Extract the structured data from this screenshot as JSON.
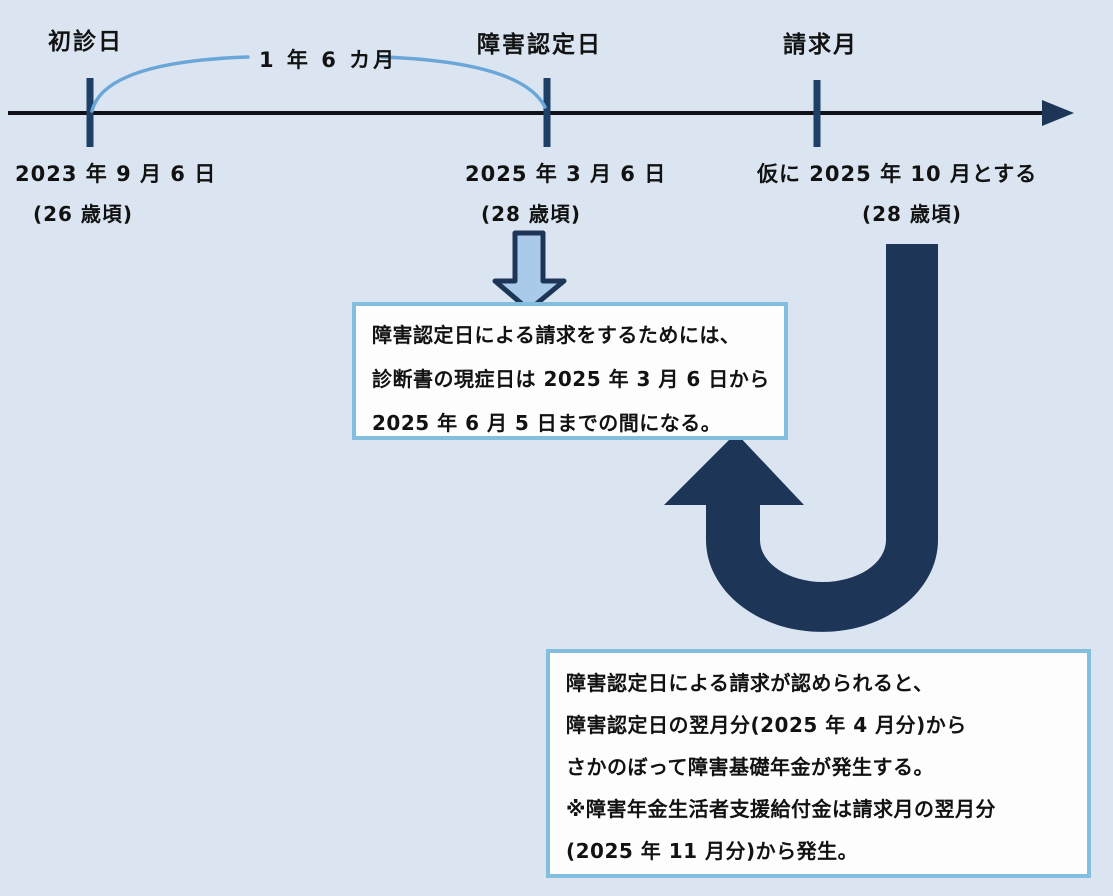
{
  "colors": {
    "background": "#dae5f1",
    "navy": "#1d3557",
    "tick": "#1f4066",
    "axis": "#101018",
    "arc": "#6ba6d8",
    "box_border": "#83bedf",
    "box_bg": "#fdfdfe",
    "small_arrow_fill": "#a9cbe9",
    "text": "#121212"
  },
  "timeline": {
    "interval_label": "1 年 6 カ月",
    "points": [
      {
        "label": "初診日",
        "date": "2023 年 9 月 6 日",
        "age": "(26 歳頃)"
      },
      {
        "label": "障害認定日",
        "date": "2025 年 3 月 6 日",
        "age": "(28 歳頃)"
      },
      {
        "label": "請求月",
        "date": "仮に 2025 年 10 月とする",
        "age": "(28 歳頃)"
      }
    ]
  },
  "icons": {
    "down_arrow": "block-arrow-down",
    "uturn_arrow": "u-turn-arrow-up",
    "axis_arrowhead": "arrowhead-right"
  },
  "recognition_note": {
    "lines": [
      "障害認定日による請求をするためには、",
      "診断書の現症日は 2025 年 3 月 6 日から",
      "2025 年 6 月 5 日までの間になる。"
    ]
  },
  "retroactive_note": {
    "lines": [
      "障害認定日による請求が認められると、",
      "障害認定日の翌月分(2025 年 4 月分)から",
      "さかのぼって障害基礎年金が発生する。",
      "※障害年金生活者支援給付金は請求月の翌月分",
      "(2025 年 11 月分)から発生。"
    ]
  }
}
